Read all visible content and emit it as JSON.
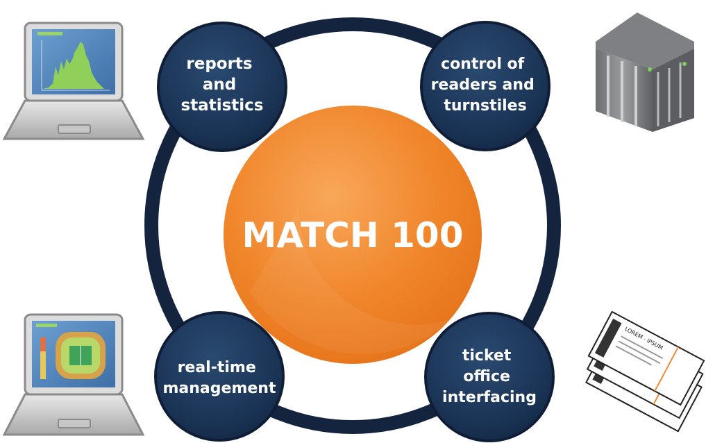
{
  "center": {
    "title": "MATCH 100"
  },
  "nodes": [
    {
      "id": "reports",
      "lines": [
        "reports",
        "and",
        "statistics"
      ]
    },
    {
      "id": "control",
      "lines": [
        "control of",
        "readers and",
        "turnstiles"
      ]
    },
    {
      "id": "realtime",
      "lines": [
        "real-time",
        "management"
      ]
    },
    {
      "id": "ticket",
      "lines": [
        "ticket",
        "office",
        "interfacing"
      ]
    }
  ],
  "ticket_illustration": {
    "header_text": "LOREM - IPSUM"
  },
  "colors": {
    "ring": "#14233e",
    "node_fill": "#1b3556",
    "center_fill": "#f08a30",
    "laptop_frame": "#d6d6d6",
    "screen_bg": "#5a8ec4"
  }
}
